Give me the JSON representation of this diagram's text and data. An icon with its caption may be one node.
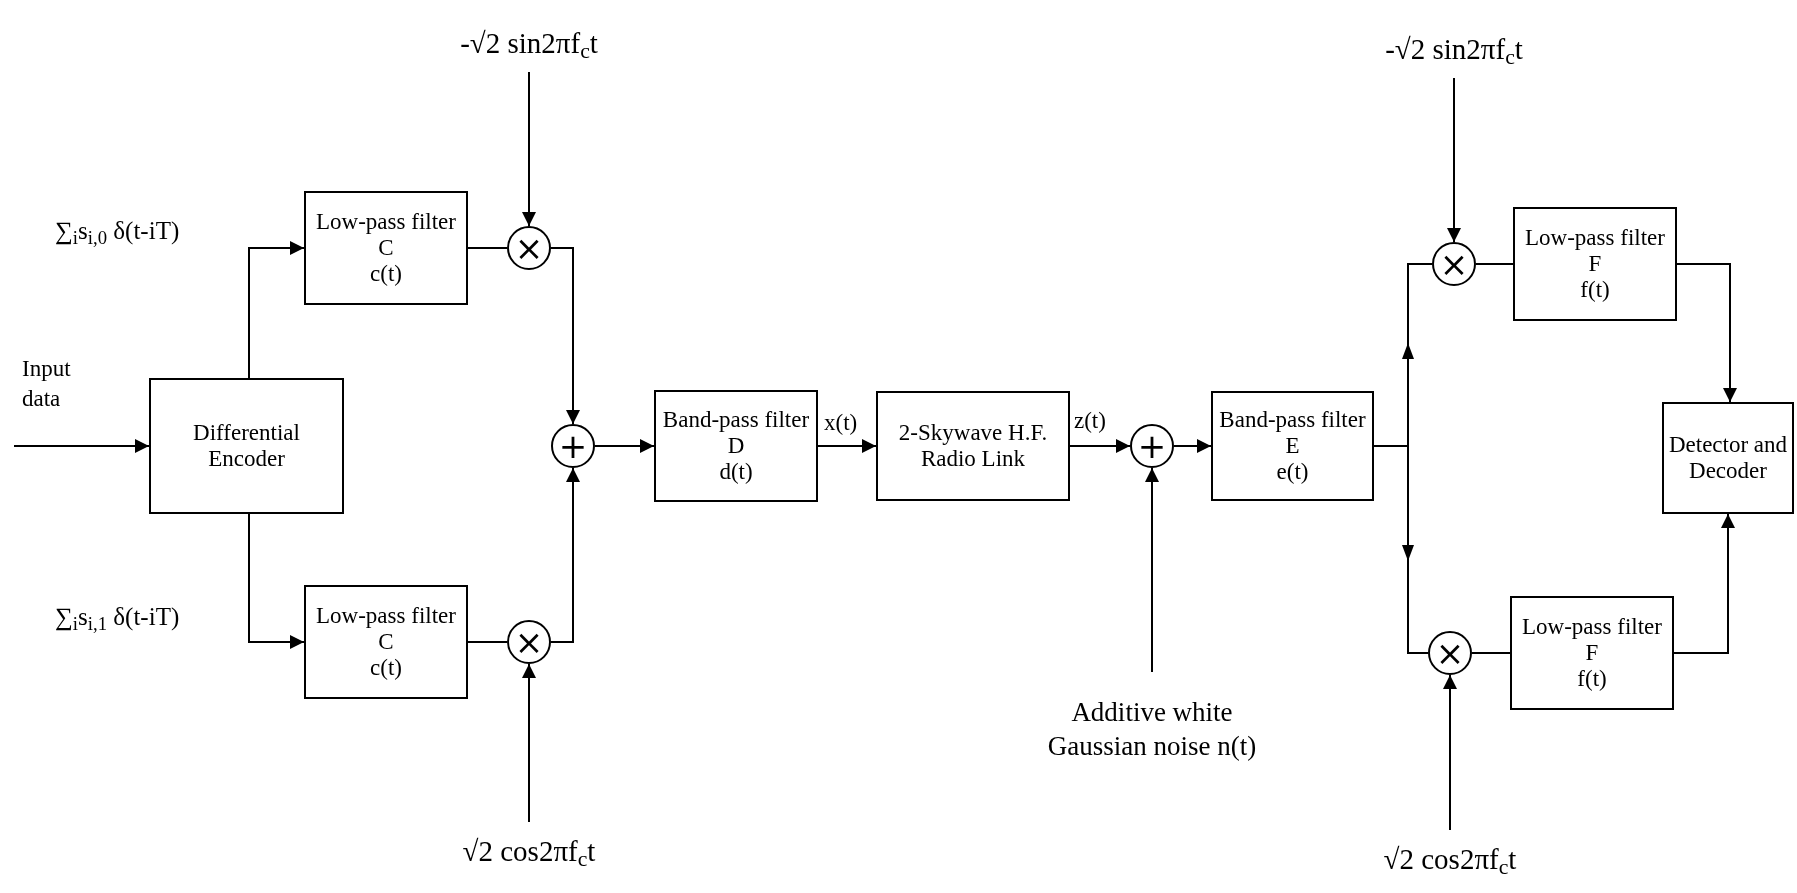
{
  "diagram": {
    "nodes": [
      {
        "text": [
          "-√2 sin2πf$_{c}$t"
        ]
      },
      {
        "text": [
          "-√2 sin2πf$_{c}$t"
        ]
      },
      {
        "text": [
          "Low-pass filter C",
          "c(t)"
        ]
      },
      {
        "text": [
          "×"
        ]
      },
      {
        "text": [
          "×"
        ]
      },
      {
        "text": [
          "Low-pass filter F",
          "f(t)"
        ]
      },
      {
        "text": [
          "Differential Encoder"
        ]
      },
      {
        "text": [
          "+"
        ]
      },
      {
        "text": [
          "Band-pass filter D",
          "d(t)"
        ]
      },
      {
        "text": [
          "2-Skywave H.F. Radio Link"
        ]
      },
      {
        "text": [
          "+"
        ]
      },
      {
        "text": [
          "Band-pass filter E",
          "e(t)"
        ]
      },
      {
        "text": [
          "Detector and Decoder"
        ]
      },
      {
        "text": [
          "Low-pass filter C",
          "c(t)"
        ]
      },
      {
        "text": [
          "×"
        ]
      },
      {
        "text": [
          "×"
        ]
      },
      {
        "text": [
          "Low-pass filter F",
          "f(t)"
        ]
      },
      {
        "text": [
          "Additive white Gaussian noise n(t)"
        ]
      },
      {
        "text": [
          "√2 cos2πf$_{c}$t"
        ]
      },
      {
        "text": [
          "√2 cos2πf$_{c}$t"
        ]
      }
    ],
    "edges": [
      {
        "from": null,
        "to": 6,
        "arrow": "to",
        "label": "Input data"
      },
      {
        "from": 6,
        "to": 2,
        "arrow": "to"
      },
      {
        "from": 6,
        "to": 13,
        "arrow": "to"
      },
      {
        "from": 2,
        "to": 3,
        "arrow": "none"
      },
      {
        "from": 0,
        "to": 3,
        "arrow": "to"
      },
      {
        "from": 13,
        "to": 14,
        "arrow": "none"
      },
      {
        "from": 18,
        "to": 14,
        "arrow": "to"
      },
      {
        "from": 3,
        "to": 7,
        "arrow": "to"
      },
      {
        "from": 14,
        "to": 7,
        "arrow": "to"
      },
      {
        "from": 7,
        "to": 8,
        "arrow": "to"
      },
      {
        "from": 8,
        "to": 9,
        "arrow": "to",
        "label": "x(t)"
      },
      {
        "from": 9,
        "to": 10,
        "arrow": "to",
        "label": "z(t)"
      },
      {
        "from": 17,
        "to": 10,
        "arrow": "to"
      },
      {
        "from": 10,
        "to": 11,
        "arrow": "to"
      },
      {
        "from": 11,
        "to": 4,
        "arrow": "to"
      },
      {
        "from": 11,
        "to": 15,
        "arrow": "to"
      },
      {
        "from": 1,
        "to": 4,
        "arrow": "to"
      },
      {
        "from": 19,
        "to": 15,
        "arrow": "to"
      },
      {
        "from": 4,
        "to": 5,
        "arrow": "none"
      },
      {
        "from": 15,
        "to": 16,
        "arrow": "none"
      },
      {
        "from": 5,
        "to": 12,
        "arrow": "to"
      },
      {
        "from": 16,
        "to": 12,
        "arrow": "to"
      }
    ],
    "labels": [
      "∑$_{i}$s$_{i,0}$ δ(t-iT)",
      "∑$_{i}$s$_{i,1}$ δ(t-iT)"
    ]
  }
}
